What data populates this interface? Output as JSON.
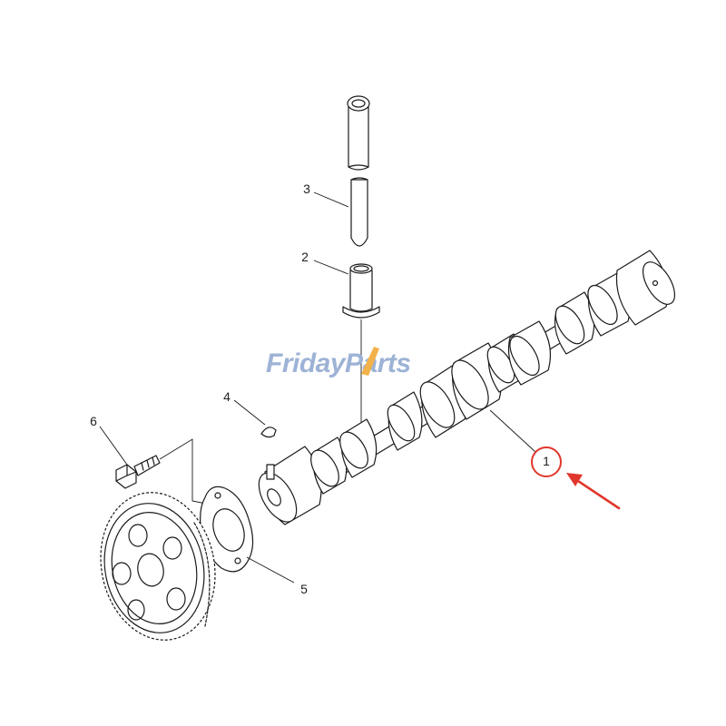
{
  "watermark": {
    "part1": "Friday",
    "part2": "Parts",
    "color_main": "#9db3d6",
    "color_accent": "#f2b24b"
  },
  "callouts": [
    {
      "id": "1",
      "label": "1",
      "highlighted": true
    },
    {
      "id": "2",
      "label": "2"
    },
    {
      "id": "3",
      "label": "3"
    },
    {
      "id": "4",
      "label": "4"
    },
    {
      "id": "5",
      "label": "5"
    },
    {
      "id": "6",
      "label": "6"
    }
  ],
  "highlight": {
    "color": "#e0362b",
    "target_callout": "1",
    "icon": "arrow-icon"
  }
}
